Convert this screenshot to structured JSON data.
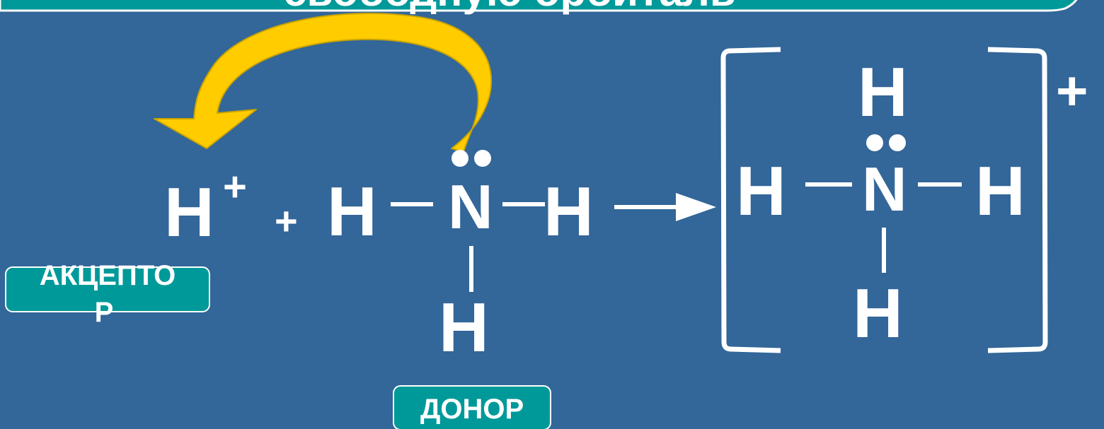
{
  "title": {
    "text": "свободную орбиталь"
  },
  "colors": {
    "background": "#336699",
    "banner": "#009999",
    "arrow_fill": "#FFCC00",
    "arrow_stroke": "#C9A400",
    "text": "#FFFFFF"
  },
  "reactants": {
    "proton": {
      "symbol": "H",
      "charge": "+"
    },
    "plus": "+",
    "ammonia": {
      "left_h": "H",
      "center": "N",
      "right_h": "H",
      "bottom_h": "H",
      "lone_pair": "electron-pair-dots"
    }
  },
  "product": {
    "top_h": "H",
    "left_h": "H",
    "center": "N",
    "right_h": "H",
    "bottom_h": "H",
    "charge": "+",
    "lone_pair": "electron-pair-dots"
  },
  "labels": {
    "acceptor_line1": "АКЦЕПТО",
    "acceptor_line2": "Р",
    "donor": "ДОНОР"
  },
  "icons": {
    "curved_arrow": "curved-arrow-icon",
    "reaction_arrow": "right-arrow-icon"
  }
}
